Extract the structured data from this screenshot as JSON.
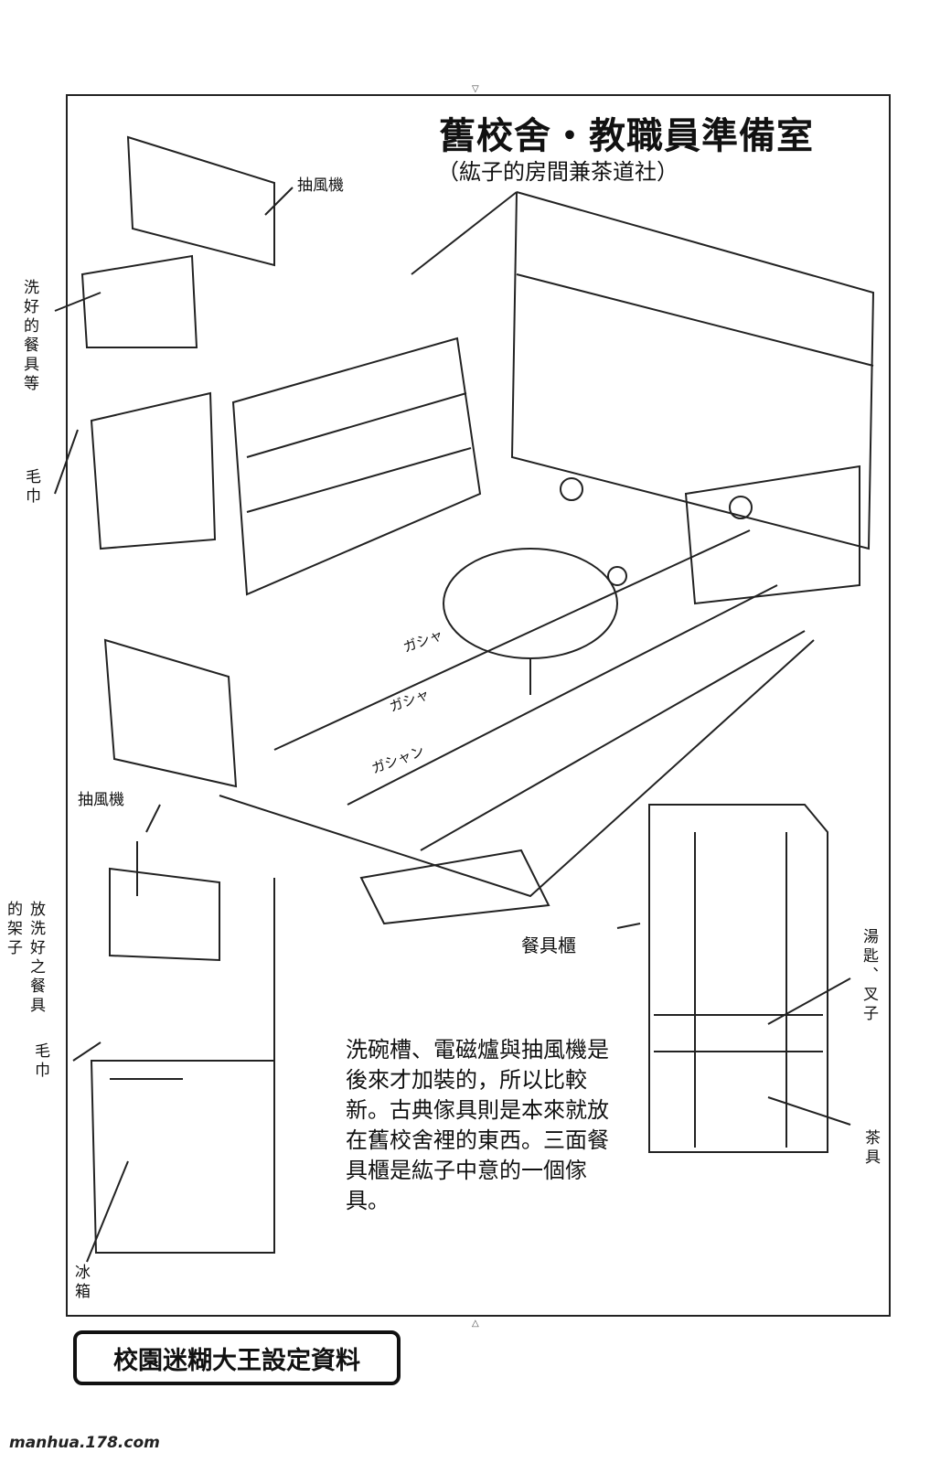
{
  "header": {
    "title": "舊校舍・教職員準備室",
    "subtitle": "（紘子的房間兼茶道社）"
  },
  "labels": {
    "hood_top": "抽風機",
    "washed_dishes": "洗好的餐具等",
    "towel_top": "毛巾",
    "hood_bottom": "抽風機",
    "dish_rack": "放洗好之餐具的架子",
    "towel_bottom": "毛巾",
    "fridge": "冰箱",
    "cupboard": "餐具櫃",
    "spoons_forks": "湯匙、叉子",
    "tea_set": "茶具"
  },
  "sfx": [
    "ガシャ",
    "ガシャ",
    "ガシャン"
  ],
  "note": "洗碗槽、電磁爐與抽風機是後來才加裝的，所以比較新。古典傢具則是本來就放在舊校舍裡的東西。三面餐具櫃是紘子中意的一個傢具。",
  "footer": {
    "series_label": "校園迷糊大王設定資料"
  },
  "watermark": "manhua.178.com"
}
